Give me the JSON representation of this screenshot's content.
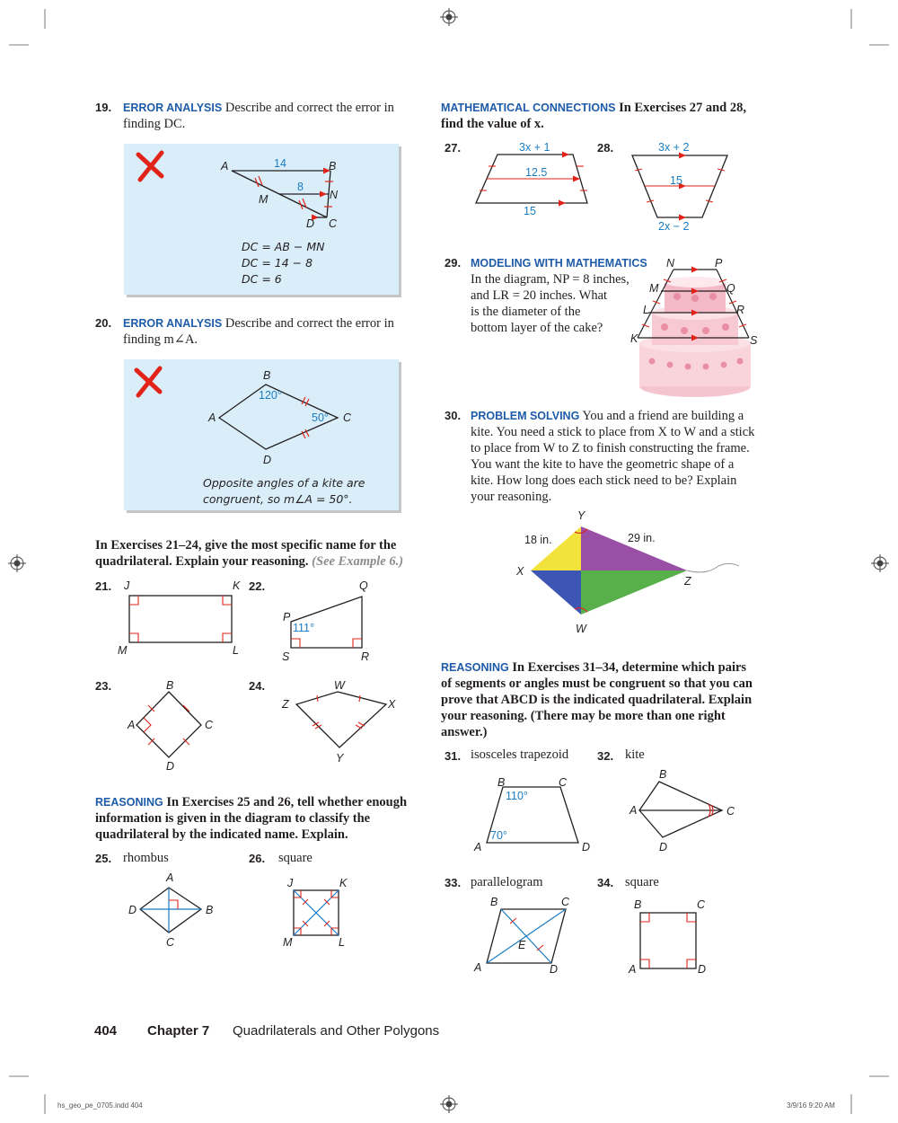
{
  "ex19": {
    "num": "19.",
    "head": "ERROR ANALYSIS",
    "text": "Describe and correct the error in finding DC.",
    "labels": {
      "A": "A",
      "B": "B",
      "M": "M",
      "N": "N",
      "D": "D",
      "C": "C",
      "v14": "14",
      "v8": "8"
    },
    "work": [
      "DC = AB − MN",
      "DC = 14 − 8",
      "DC = 6"
    ]
  },
  "ex20": {
    "num": "20.",
    "head": "ERROR ANALYSIS",
    "text": "Describe and correct the error in finding m∠A.",
    "labels": {
      "A": "A",
      "B": "B",
      "C": "C",
      "D": "D",
      "angB": "120°",
      "angC": "50°"
    },
    "work": [
      "Opposite angles of a kite are",
      "congruent, so m∠A = 50°."
    ]
  },
  "ex21_24": {
    "intro": "In Exercises 21–24, give the most specific name for the quadrilateral. Explain your reasoning.",
    "ref": "(See Example 6.)",
    "n21": "21.",
    "n22": "22.",
    "n23": "23.",
    "n24": "24.",
    "l21": {
      "J": "J",
      "K": "K",
      "M": "M",
      "L": "L"
    },
    "l22": {
      "Q": "Q",
      "P": "P",
      "S": "S",
      "R": "R",
      "ang": "111°"
    },
    "l23": {
      "B": "B",
      "A": "A",
      "C": "C",
      "D": "D"
    },
    "l24": {
      "W": "W",
      "Z": "Z",
      "X": "X",
      "Y": "Y"
    }
  },
  "ex25_26": {
    "head": "REASONING",
    "intro": "In Exercises 25 and 26, tell whether enough information is given in the diagram to classify the quadrilateral by the indicated name. Explain.",
    "n25": "25.",
    "t25": "rhombus",
    "n26": "26.",
    "t26": "square",
    "l25": {
      "A": "A",
      "D": "D",
      "B": "B",
      "C": "C"
    },
    "l26": {
      "J": "J",
      "K": "K",
      "M": "M",
      "L": "L"
    }
  },
  "ex27_28": {
    "head": "MATHEMATICAL CONNECTIONS",
    "intro": "In Exercises 27 and 28, find the value of x.",
    "n27": "27.",
    "n28": "28.",
    "l27": {
      "top": "3x + 1",
      "mid": "12.5",
      "bot": "15"
    },
    "l28": {
      "top": "3x + 2",
      "mid": "15",
      "bot": "2x − 2"
    }
  },
  "ex29": {
    "num": "29.",
    "head": "MODELING WITH MATHEMATICS",
    "lines": [
      "In the diagram, NP = 8 inches,",
      "and LR = 20 inches. What",
      "is the diameter of the",
      "bottom layer of the cake?"
    ],
    "labels": {
      "N": "N",
      "P": "P",
      "M": "M",
      "Q": "Q",
      "L": "L",
      "R": "R",
      "K": "K",
      "S": "S"
    }
  },
  "ex30": {
    "num": "30.",
    "head": "PROBLEM SOLVING",
    "text": "You and a friend are building a kite. You need a stick to place from X to W and a stick to place from W to Z to finish constructing the frame. You want the kite to have the geometric shape of a kite. How long does each stick need to be? Explain your reasoning.",
    "labels": {
      "Y": "Y",
      "X": "X",
      "Z": "Z",
      "W": "W",
      "d18": "18 in.",
      "d29": "29 in."
    }
  },
  "ex31_34": {
    "head": "REASONING",
    "intro": "In Exercises 31–34, determine which pairs of segments or angles must be congruent so that you can prove that ABCD is the indicated quadrilateral. Explain your reasoning. (There may be more than one right answer.)",
    "n31": "31.",
    "t31": "isosceles trapezoid",
    "n32": "32.",
    "t32": "kite",
    "n33": "33.",
    "t33": "parallelogram",
    "n34": "34.",
    "t34": "square",
    "l31": {
      "B": "B",
      "C": "C",
      "A": "A",
      "D": "D",
      "a110": "110°",
      "a70": "70°"
    },
    "l32": {
      "B": "B",
      "A": "A",
      "C": "C",
      "D": "D"
    },
    "l33": {
      "B": "B",
      "C": "C",
      "A": "A",
      "D": "D",
      "E": "E"
    },
    "l34": {
      "B": "B",
      "C": "C",
      "A": "A",
      "D": "D"
    }
  },
  "footer": {
    "page": "404",
    "chapter": "Chapter 7",
    "title": "Quadrilaterals and Other Polygons"
  },
  "slug": {
    "file": "hs_geo_pe_0705.indd   404",
    "date": "3/9/16   9:20 AM"
  },
  "colors": {
    "heading": "#1e5ba8",
    "callout": "#d9eef9",
    "error": "#e2231a",
    "tick": "#e2231a",
    "label_blue": "#1a7cc1"
  }
}
